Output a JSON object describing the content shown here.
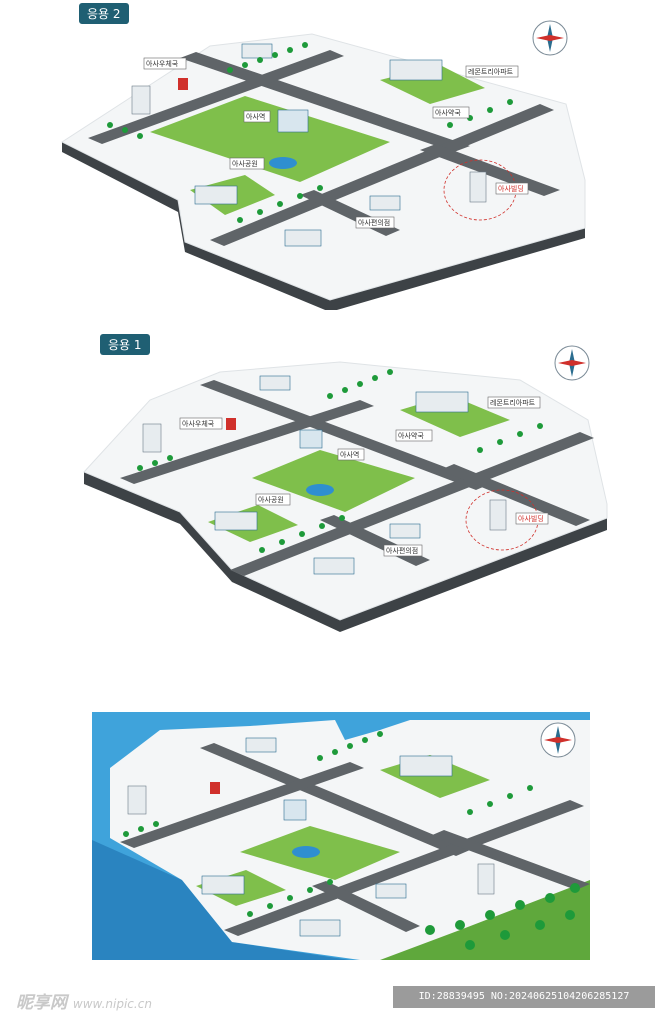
{
  "panels": [
    {
      "tag": "응용 2"
    },
    {
      "tag": "응용 1"
    }
  ],
  "places": {
    "post_office": "아사우체국",
    "apartment": "레몬트리아파트",
    "station": "아사역",
    "pharmacy": "아사약국",
    "park": "아사공원",
    "building": "아사빌딩",
    "convenience": "아사편의점"
  },
  "watermark": {
    "brand": "昵享网",
    "url": "www.nipic.cn"
  },
  "image_id": "ID:28839495 NO:20240625104206285127",
  "colors": {
    "road": "#5f6468",
    "ground": "#f4f6f7",
    "park": "#7fbf4b",
    "tree": "#1e9a3a",
    "water": "#3fa3db",
    "tag": "#1f5f73",
    "highlight": "#d0302b"
  }
}
